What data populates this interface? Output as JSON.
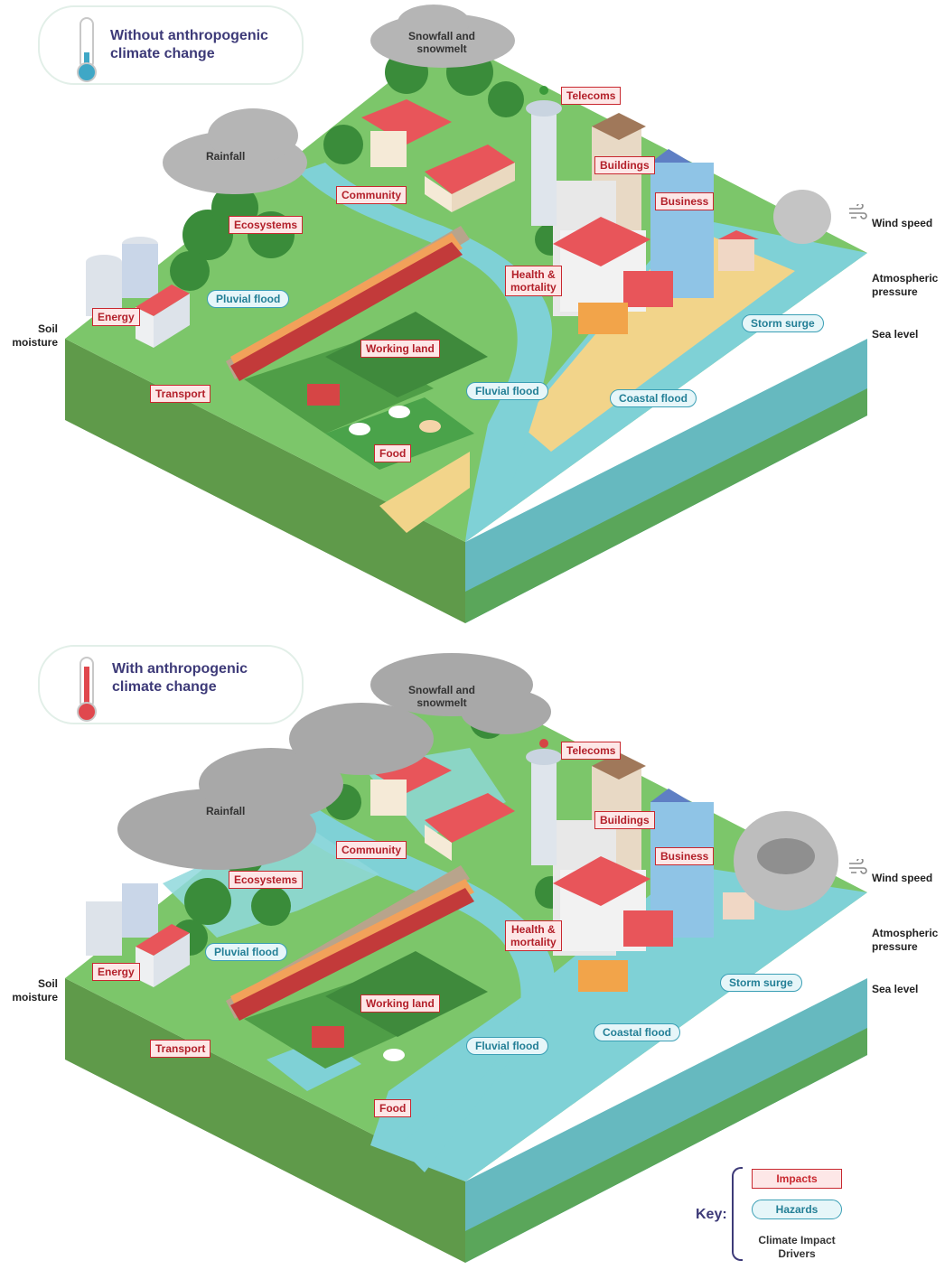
{
  "panels": [
    {
      "title": "Without anthropogenic\nclimate change",
      "thermometer": "thermometer-low-icon",
      "clouds": {
        "rainfall": "Rainfall",
        "snow": "Snowfall and\nsnowmelt"
      },
      "impacts": {
        "telecoms": "Telecoms",
        "buildings": "Buildings",
        "business": "Business",
        "community": "Community",
        "ecosystems": "Ecosystems",
        "health": "Health &\nmortality",
        "energy": "Energy",
        "working_land": "Working land",
        "transport": "Transport",
        "food": "Food"
      },
      "hazards": {
        "pluvial": "Pluvial flood",
        "fluvial": "Fluvial flood",
        "coastal": "Coastal flood",
        "storm": "Storm surge"
      },
      "drivers": {
        "wind": "Wind speed",
        "pressure": "Atmospheric\npressure",
        "sea": "Sea level",
        "soil": "Soil\nmoisture"
      }
    },
    {
      "title": "With anthropogenic\nclimate change",
      "thermometer": "thermometer-high-icon",
      "clouds": {
        "rainfall": "Rainfall",
        "snow": "Snowfall and\nsnowmelt"
      },
      "impacts": {
        "telecoms": "Telecoms",
        "buildings": "Buildings",
        "business": "Business",
        "community": "Community",
        "ecosystems": "Ecosystems",
        "health": "Health &\nmortality",
        "energy": "Energy",
        "working_land": "Working land",
        "transport": "Transport",
        "food": "Food"
      },
      "hazards": {
        "pluvial": "Pluvial flood",
        "fluvial": "Fluvial flood",
        "coastal": "Coastal flood",
        "storm": "Storm surge"
      },
      "drivers": {
        "wind": "Wind speed",
        "pressure": "Atmospheric\npressure",
        "sea": "Sea level",
        "soil": "Soil\nmoisture"
      }
    }
  ],
  "key": {
    "title": "Key:",
    "impacts": "Impacts",
    "hazards": "Hazards",
    "drivers": "Climate Impact\nDrivers"
  },
  "colors": {
    "impact_border": "#c8282f",
    "hazard_border": "#3a9fb5",
    "title_text": "#3d3a78",
    "land": "#7cc66a",
    "water": "#7fd1d6",
    "sand": "#f2d48a"
  }
}
